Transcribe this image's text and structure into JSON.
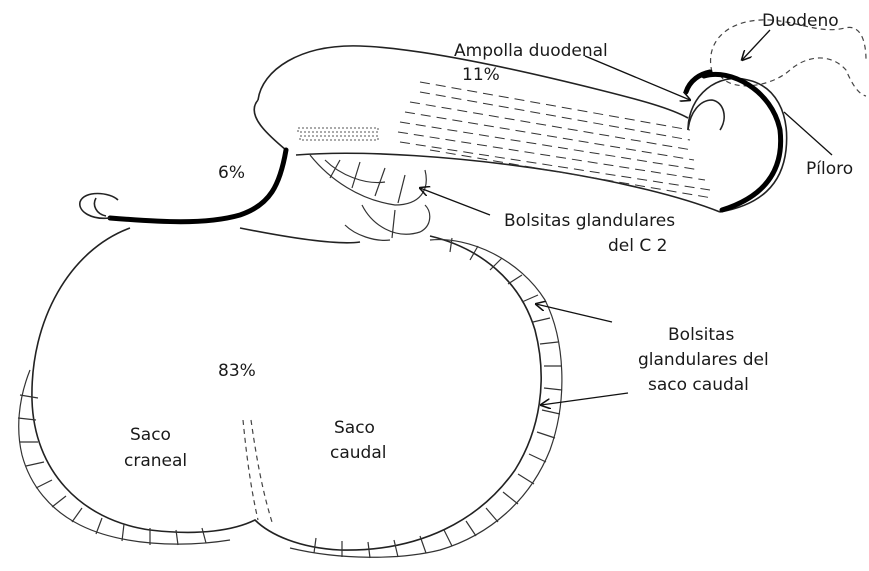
{
  "labels": {
    "duodeno": "Duodeno",
    "ampolla_line1": "Ampolla duodenal",
    "ampolla_pct": "11%",
    "piloro": "Píloro",
    "pct_c2": "6%",
    "bolsitas_c2_line1": "Bolsitas glandulares",
    "bolsitas_c2_line2": "del C 2",
    "bolsitas_caudal_line1": "Bolsitas",
    "bolsitas_caudal_line2": "glandulares del",
    "bolsitas_caudal_line3": "saco caudal",
    "pct_c1": "83%",
    "saco_craneal_line1": "Saco",
    "saco_craneal_line2": "craneal",
    "saco_caudal_line1": "Saco",
    "saco_caudal_line2": "caudal"
  }
}
